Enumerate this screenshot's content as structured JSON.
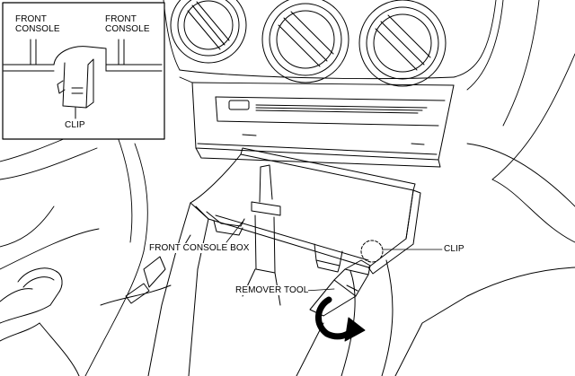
{
  "labels": {
    "inset_front_console_left": "FRONT\nCONSOLE",
    "inset_front_console_right": "FRONT\nCONSOLE",
    "inset_clip": "CLIP",
    "front_console_box": "FRONT CONSOLE BOX",
    "clip": "CLIP",
    "remover_tool": "REMOVER TOOL"
  },
  "colors": {
    "line": "#000000",
    "background": "#ffffff"
  },
  "icons": {
    "direction_arrow": "curved-arrow-icon"
  }
}
